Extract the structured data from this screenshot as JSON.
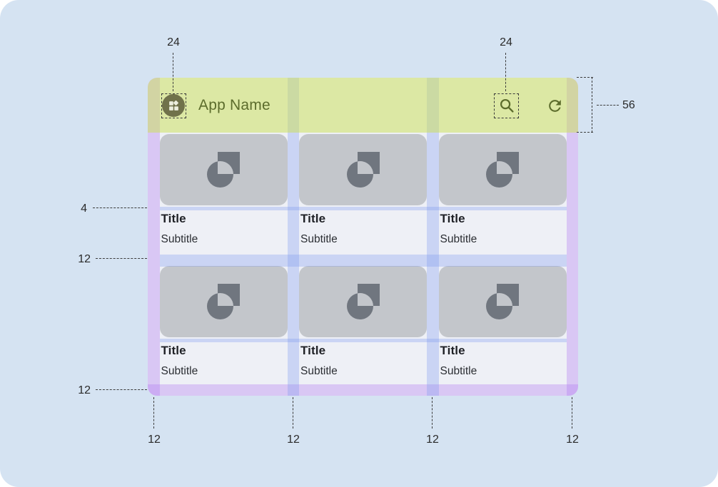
{
  "app": {
    "name": "App Name",
    "icons": [
      "widgets-icon",
      "search-icon",
      "refresh-icon",
      "image-placeholder-icon"
    ]
  },
  "cards": [
    {
      "title": "Title",
      "subtitle": "Subtitle"
    },
    {
      "title": "Title",
      "subtitle": "Subtitle"
    },
    {
      "title": "Title",
      "subtitle": "Subtitle"
    },
    {
      "title": "Title",
      "subtitle": "Subtitle"
    },
    {
      "title": "Title",
      "subtitle": "Subtitle"
    },
    {
      "title": "Title",
      "subtitle": "Subtitle"
    }
  ],
  "annotations": {
    "icon_size_left": "24",
    "icon_size_right": "24",
    "bar_height": "56",
    "image_text_gap": "4",
    "row_gutter": "12",
    "bottom_margin": "12",
    "col_margin_left": "12",
    "col_gutter_1": "12",
    "col_gutter_2": "12",
    "col_margin_right": "12"
  },
  "colors": {
    "page_bg": "#d5e3f2",
    "surface": "#eef0f6",
    "appbar_green": "rgba(203,225,88,0.52)",
    "margin_purple": "rgba(178,122,240,0.35)",
    "gutter_blue": "rgba(120,150,240,0.30)",
    "card_image_gray": "#c3c6cb",
    "glyph_gray": "#70767f",
    "bar_foreground": "#5c6c2c",
    "avatar_olive": "#70724a",
    "annotation": "#2a2a2a",
    "title_text": "#1f2126",
    "subtitle_text": "#2b2e33"
  }
}
